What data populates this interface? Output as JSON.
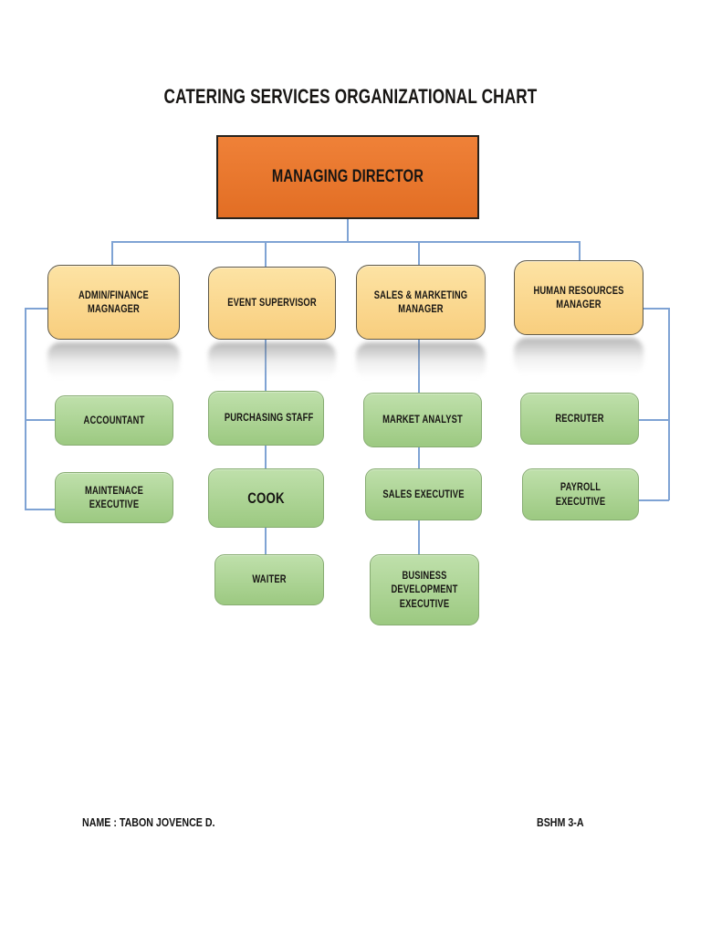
{
  "document": {
    "title": "CATERING SERVICES ORGANIZATIONAL CHART",
    "footer": {
      "name": "NAME : TABON JOVENCE D.",
      "class_section": "BSHM 3-A"
    }
  },
  "org_chart": {
    "root": {
      "label": "MANAGING DIRECTOR"
    },
    "branches": [
      {
        "manager": {
          "label": "ADMIN/FINANCE MAGNAGER"
        },
        "reports": [
          {
            "label": "ACCOUNTANT"
          },
          {
            "label": "MAINTENACE EXECUTIVE"
          }
        ]
      },
      {
        "manager": {
          "label": "EVENT SUPERVISOR"
        },
        "reports": [
          {
            "label": "PURCHASING STAFF"
          },
          {
            "label": "COOK"
          },
          {
            "label": "WAITER"
          }
        ]
      },
      {
        "manager": {
          "label": "SALES & MARKETING MANAGER"
        },
        "reports": [
          {
            "label": "MARKET ANALYST"
          },
          {
            "label": "SALES EXECUTIVE"
          },
          {
            "label": "BUSINESS DEVELOPMENT EXECUTIVE"
          }
        ]
      },
      {
        "manager": {
          "label": "HUMAN RESOURCES MANAGER"
        },
        "reports": [
          {
            "label": "RECRUTER"
          },
          {
            "label": "PAYROLL EXECUTIVE"
          }
        ]
      }
    ],
    "colors": {
      "root_fill": "#E8772E",
      "manager_fill": "#FBD98E",
      "report_fill": "#A9D18E",
      "connector": "#7FA3D4",
      "text": "#171513",
      "page_background": "#FFFFFF"
    }
  }
}
